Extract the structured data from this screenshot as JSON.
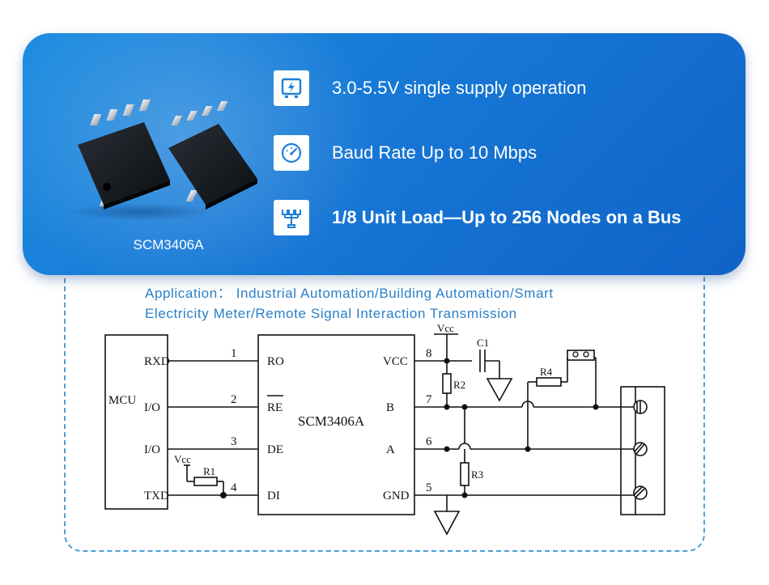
{
  "product": {
    "name": "SCM3406A"
  },
  "features": [
    {
      "icon": "power-supply-icon",
      "text": "3.0-5.5V single supply operation"
    },
    {
      "icon": "speedometer-icon",
      "text": "Baud Rate Up to 10 Mbps"
    },
    {
      "icon": "network-tree-icon",
      "text": "1/8 Unit Load—Up to 256 Nodes on a Bus"
    }
  ],
  "application": {
    "line1": "Application： Industrial Automation/Building Automation/Smart",
    "line2": "Electricity Meter/Remote Signal Interaction Transmission"
  },
  "schematic": {
    "mcu_label": "MCU",
    "mcu_pins": [
      "RXD",
      "I/O",
      "I/O",
      "TXD"
    ],
    "pin_numbers_left": [
      "1",
      "2",
      "3",
      "4"
    ],
    "chip_pins_left": [
      "RO",
      "RE",
      "DE",
      "DI"
    ],
    "chip_label": "SCM3406A",
    "chip_pins_right": [
      "VCC",
      "B",
      "A",
      "GND"
    ],
    "pin_numbers_right": [
      "8",
      "7",
      "6",
      "5"
    ],
    "vcc_top": "Vcc",
    "vcc_left": "Vcc",
    "c1": "C1",
    "r1": "R1",
    "r2": "R2",
    "r3": "R3",
    "r4": "R4"
  },
  "colors": {
    "banner": "#1778d6",
    "accent_text": "#2a7fc9",
    "dashed_border": "#4a9fd8"
  }
}
